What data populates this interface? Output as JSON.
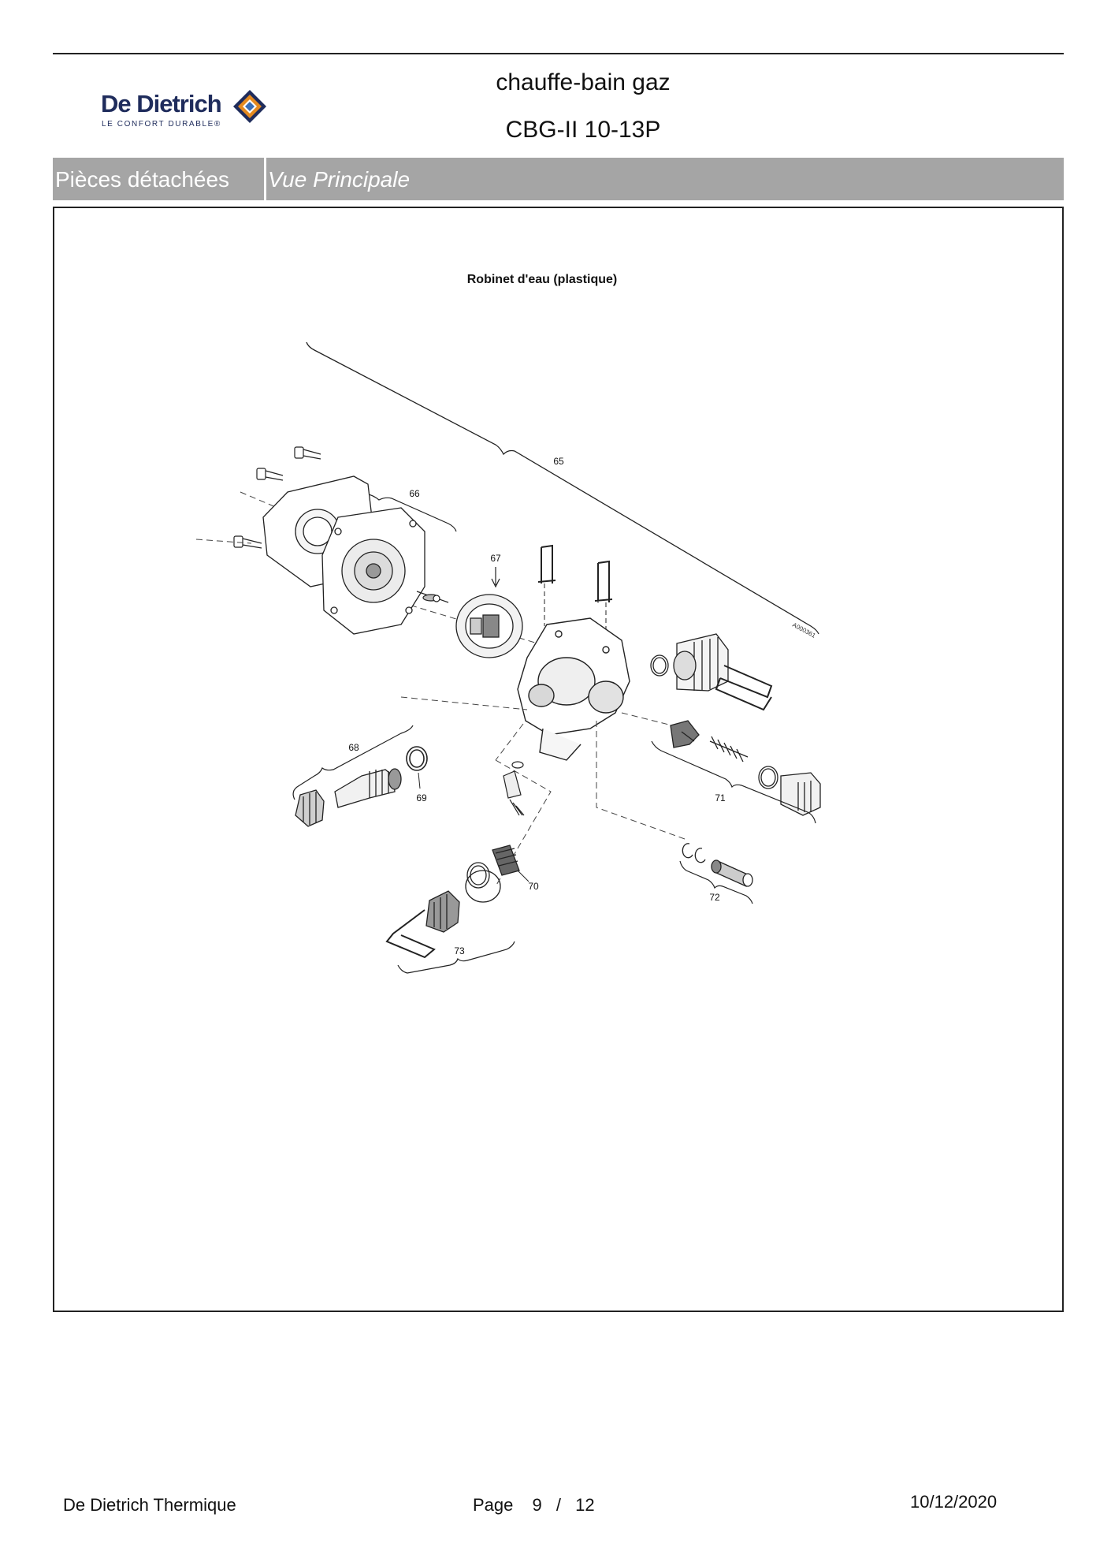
{
  "header": {
    "logo": {
      "brand": "De Dietrich",
      "tagline": "LE CONFORT DURABLE®"
    },
    "title_line1": "chauffe-bain gaz",
    "title_line2": "CBG-II 10-13P"
  },
  "section": {
    "category": "Pièces détachées",
    "view": "Vue Principale"
  },
  "diagram": {
    "title": "Robinet d'eau (plastique)",
    "callouts": [
      "65",
      "66",
      "67",
      "68",
      "69",
      "70",
      "71",
      "72",
      "73"
    ],
    "drawing_ref": "A000361"
  },
  "footer": {
    "company": "De Dietrich Thermique",
    "page_label": "Page",
    "page_current": "9",
    "page_separator": "/",
    "page_total": "12",
    "date": "10/12/2020"
  },
  "colors": {
    "section_bar": "#a5a5a5",
    "brand_navy": "#1f2c5c",
    "brand_orange": "#e58a1f",
    "brand_blue": "#3a6fb6"
  }
}
